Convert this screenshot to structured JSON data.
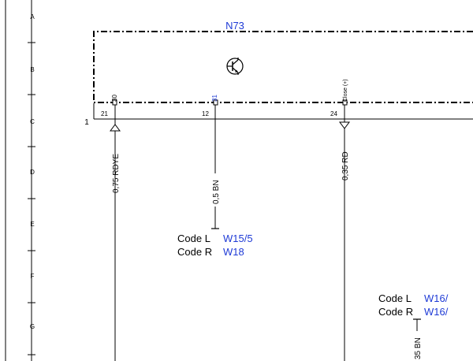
{
  "rows": [
    "A",
    "B",
    "C",
    "D",
    "E",
    "F",
    "G"
  ],
  "component": {
    "id": "N73",
    "icon": "transistor-icon"
  },
  "connector": {
    "label": "1"
  },
  "pins": [
    {
      "pin": "21",
      "terminal": "30",
      "wire": "0,75 RDYE"
    },
    {
      "pin": "12",
      "terminal": "31",
      "wire": "0,5 BN"
    },
    {
      "pin": "24",
      "terminal": "Close (+)",
      "wire": "0,35 RD"
    }
  ],
  "refs_left": [
    {
      "key": "Code L",
      "value": "W15/5"
    },
    {
      "key": "Code R",
      "value": "W18"
    }
  ],
  "refs_right": [
    {
      "key": "Code L",
      "value": "W16/"
    },
    {
      "key": "Code R",
      "value": "W16/"
    }
  ],
  "wire_partial": "35 BN",
  "colors": {
    "text": "#000000",
    "blue": "#1f3bd6",
    "line": "#000000"
  }
}
